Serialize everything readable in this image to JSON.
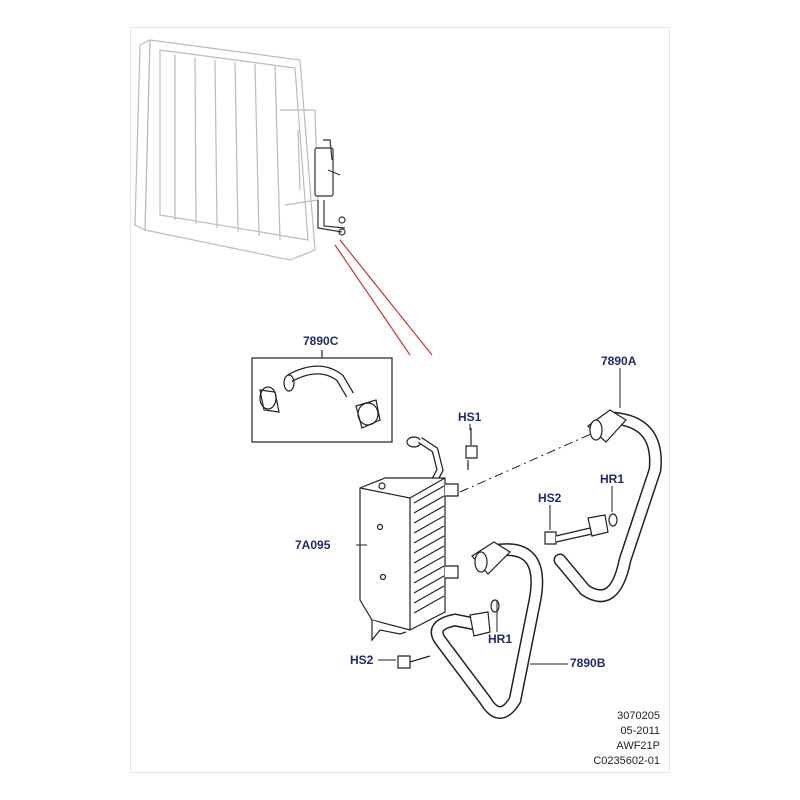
{
  "callouts": {
    "hose_kit": "7890C",
    "cooler": "7A095",
    "hose_a": "7890A",
    "hose_b": "7890B",
    "hs1": "HS1",
    "hs2_right": "HS2",
    "hs2_left": "HS2",
    "hr1_right": "HR1",
    "hr1_left": "HR1"
  },
  "footer": {
    "line1": "3070205",
    "line2": "05-2011",
    "line3": "AWF21P",
    "line4": "C0235602-01"
  },
  "colors": {
    "callout": "#1f2a6b",
    "line": "#222222",
    "leader_red": "#cc3333",
    "ghost": "#bbbbbb"
  }
}
